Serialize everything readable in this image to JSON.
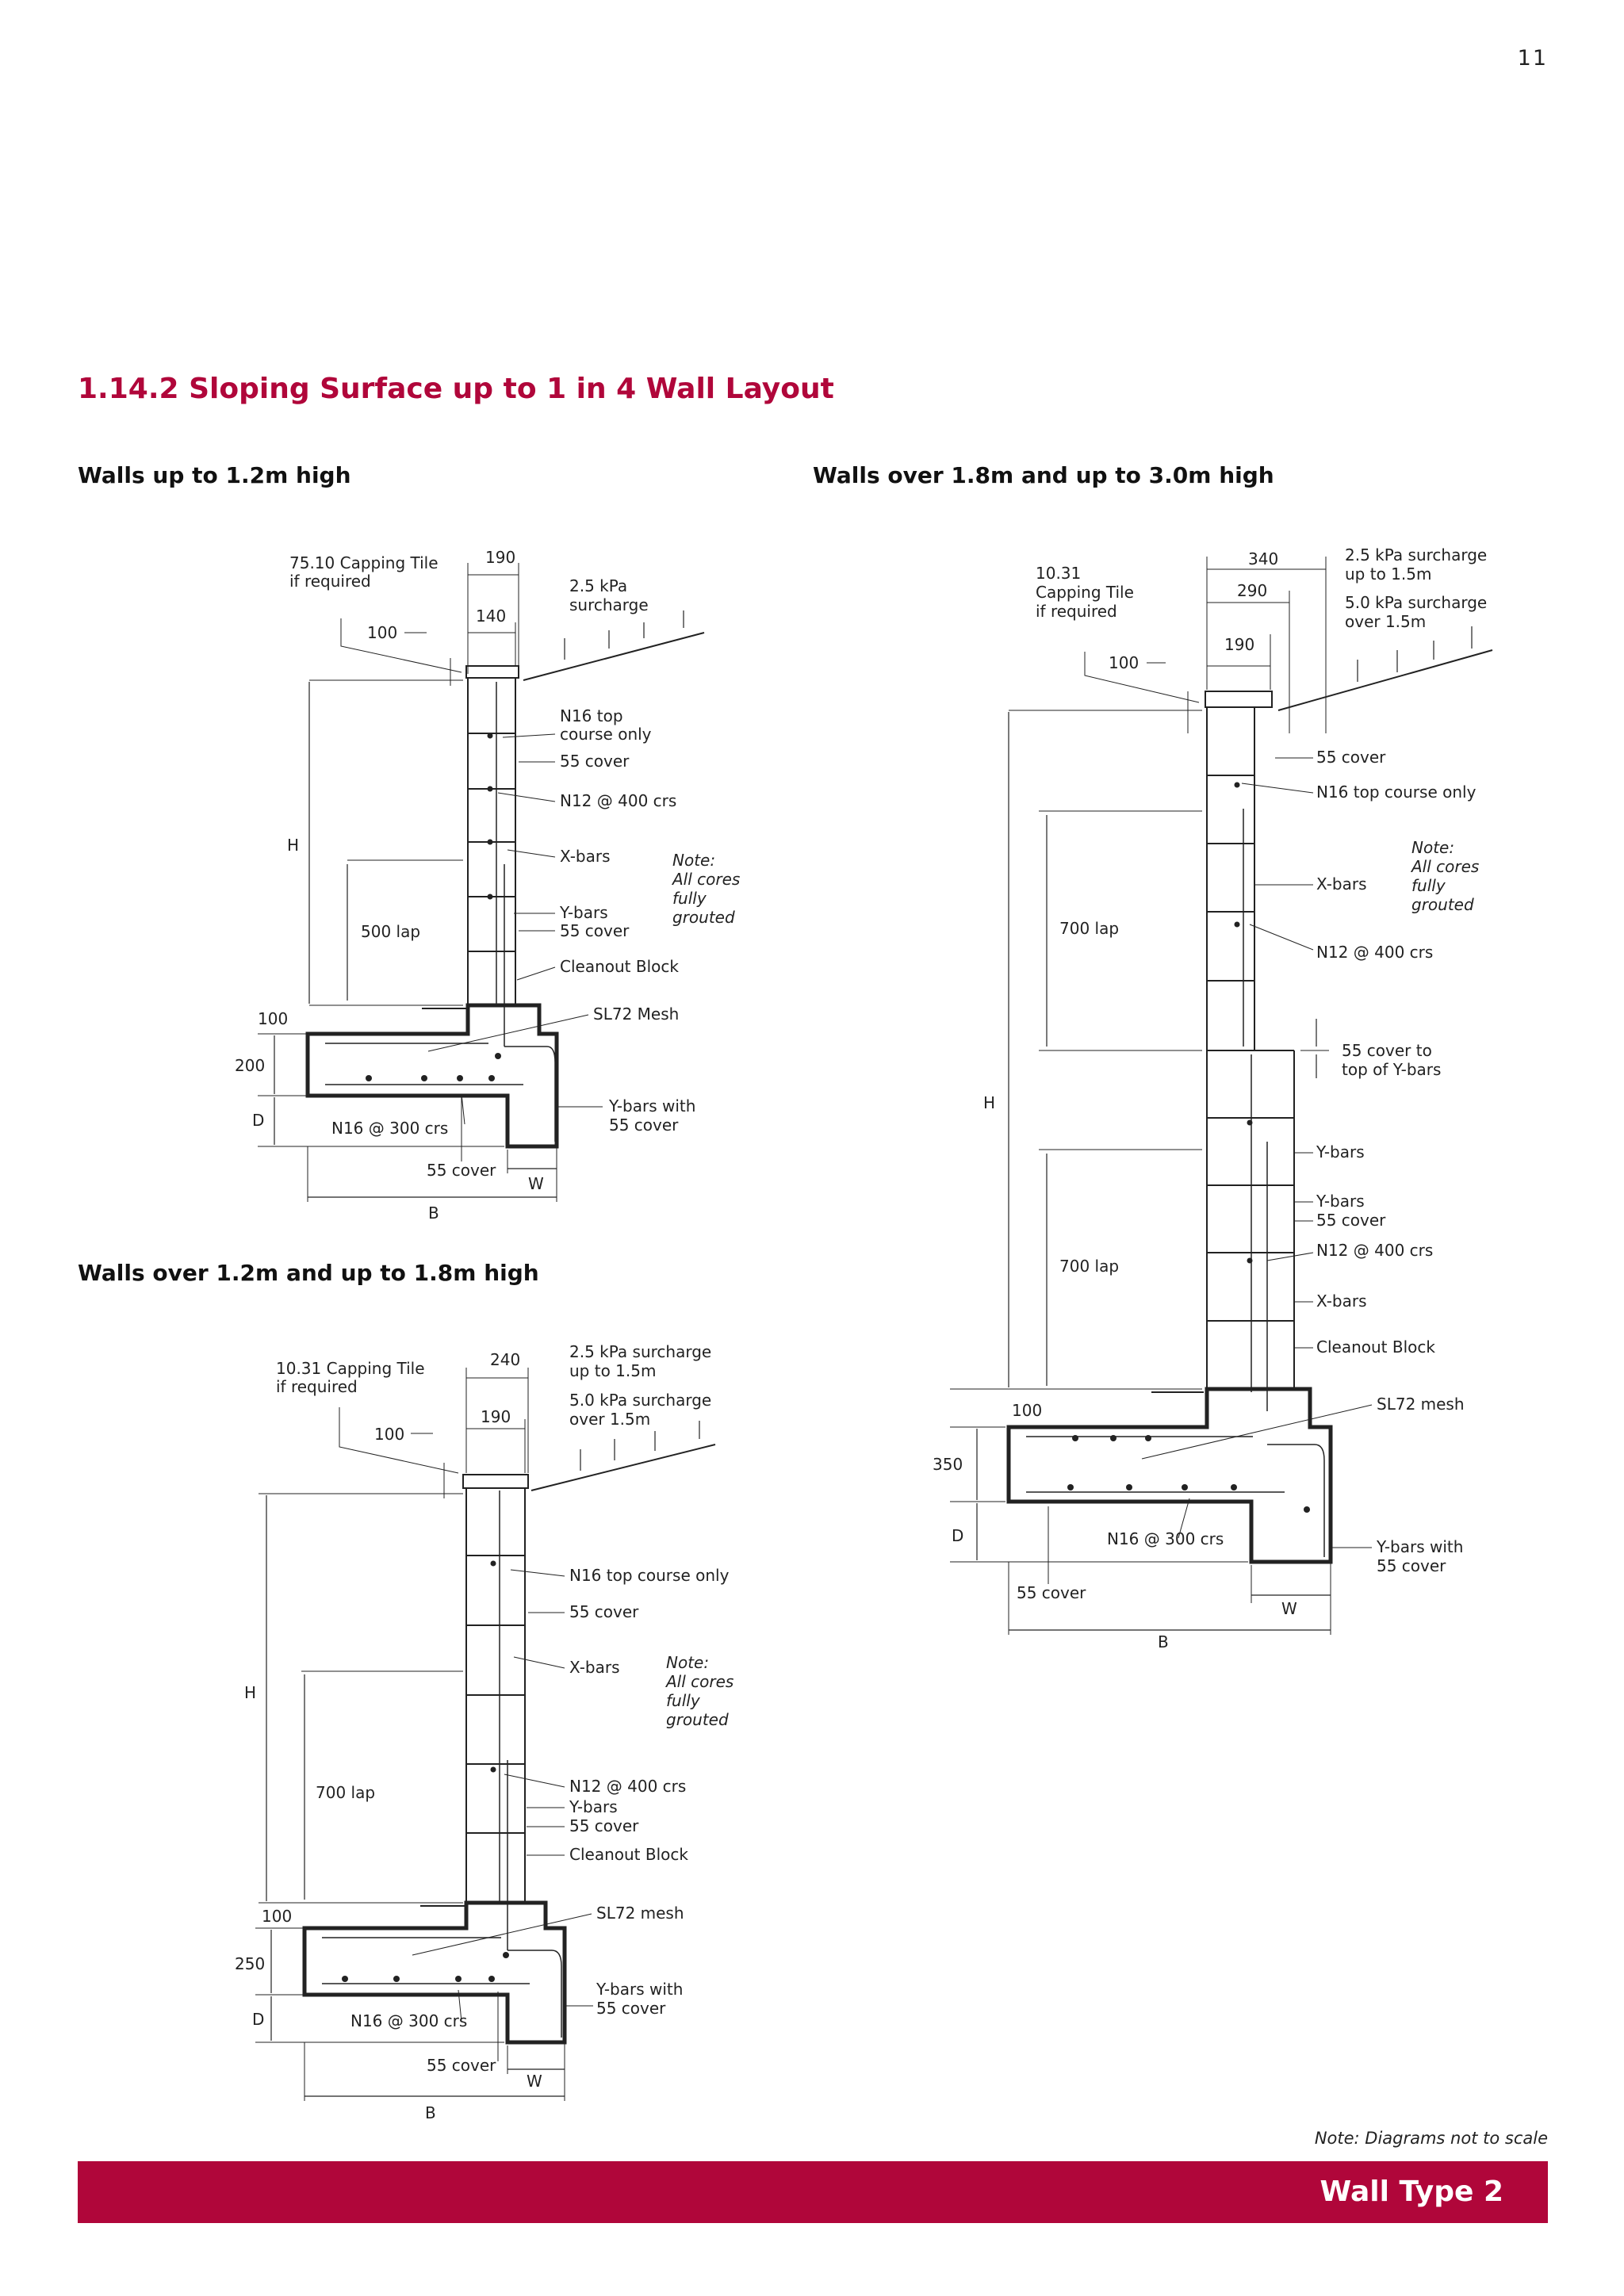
{
  "page_number": "11",
  "heading": "1.14.2  Sloping Surface up to 1 in 4 Wall Layout",
  "note": "Note: Diagrams not to scale",
  "footer_label": "Wall Type 2",
  "d1": {
    "title": "Walls up to 1.2m high",
    "cap1": "75.10 Capping Tile",
    "cap2": "if required",
    "w190": "190",
    "w140": "140",
    "w100": "100",
    "sur1": "2.5 kPa",
    "sur2": "surcharge",
    "n16a": "N16 top",
    "n16b": "course only",
    "cov1": "55 cover",
    "n12": "N12 @ 400 crs",
    "h": "H",
    "xbars": "X-bars",
    "note1": "Note:",
    "note2": "All cores",
    "note3": "fully",
    "note4": "grouted",
    "lap": "500 lap",
    "ybars": "Y-bars",
    "cov2": "55 cover",
    "cleanout": "Cleanout Block",
    "mesh": "SL72 Mesh",
    "d100": "100",
    "d200": "200",
    "d": "D",
    "n16crs": "N16 @ 300 crs",
    "yw1": "Y-bars with",
    "yw2": "55 cover",
    "cov3": "55 cover",
    "w": "W",
    "b": "B"
  },
  "d2": {
    "title": "Walls over 1.2m and up to 1.8m high",
    "cap1": "10.31 Capping Tile",
    "cap2": "if required",
    "w240": "240",
    "w190": "190",
    "w100": "100",
    "s1a": "2.5 kPa surcharge",
    "s1b": "up to 1.5m",
    "s2a": "5.0 kPa surcharge",
    "s2b": "over 1.5m",
    "n16": "N16 top course only",
    "cov1": "55 cover",
    "xbars": "X-bars",
    "note1": "Note:",
    "note2": "All cores",
    "note3": "fully",
    "note4": "grouted",
    "h": "H",
    "lap": "700 lap",
    "n12": "N12 @ 400 crs",
    "ybars": "Y-bars",
    "cov2": "55 cover",
    "cleanout": "Cleanout Block",
    "mesh": "SL72 mesh",
    "d100": "100",
    "d250": "250",
    "d": "D",
    "n16crs": "N16 @ 300 crs",
    "yw1": "Y-bars with",
    "yw2": "55 cover",
    "cov3": "55 cover",
    "w": "W",
    "b": "B"
  },
  "d3": {
    "title": "Walls over 1.8m and up to 3.0m high",
    "cap1": "10.31",
    "cap2": "Capping Tile",
    "cap3": "if required",
    "w340": "340",
    "w290": "290",
    "w190": "190",
    "w100": "100",
    "s1a": "2.5 kPa surcharge",
    "s1b": "up to 1.5m",
    "s2a": "5.0 kPa surcharge",
    "s2b": "over 1.5m",
    "cov1": "55 cover",
    "n16": "N16 top course only",
    "note1": "Note:",
    "note2": "All cores",
    "note3": "fully",
    "note4": "grouted",
    "xbars": "X-bars",
    "lap1": "700 lap",
    "n12a": "N12 @ 400 crs",
    "cty1": "55 cover to",
    "cty2": "top of Y-bars",
    "h": "H",
    "ybars1": "Y-bars",
    "ybars2": "Y-bars",
    "cov2": "55 cover",
    "n12b": "N12 @ 400 crs",
    "lap2": "700 lap",
    "xbars2": "X-bars",
    "cleanout": "Cleanout Block",
    "mesh": "SL72 mesh",
    "d100": "100",
    "d350": "350",
    "d": "D",
    "n16crs": "N16 @ 300 crs",
    "yw1": "Y-bars with",
    "yw2": "55 cover",
    "cov3": "55 cover",
    "w": "W",
    "b": "B"
  }
}
